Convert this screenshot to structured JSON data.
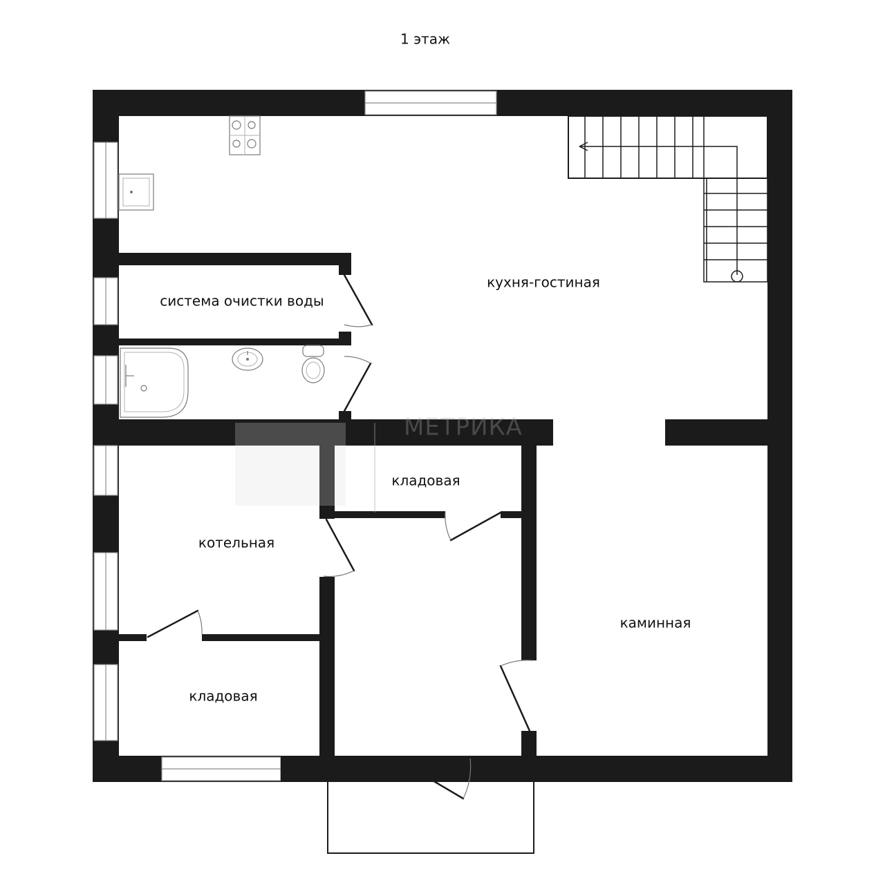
{
  "title": "1 этаж",
  "rooms": {
    "kitchen_living": "кухня-гостиная",
    "water_treatment": "система очистки воды",
    "pantry_center": "кладовая",
    "boiler": "котельная",
    "pantry_bottom": "кладовая",
    "fireplace": "каминная"
  },
  "watermark": {
    "text": "МЕТРИКА"
  }
}
